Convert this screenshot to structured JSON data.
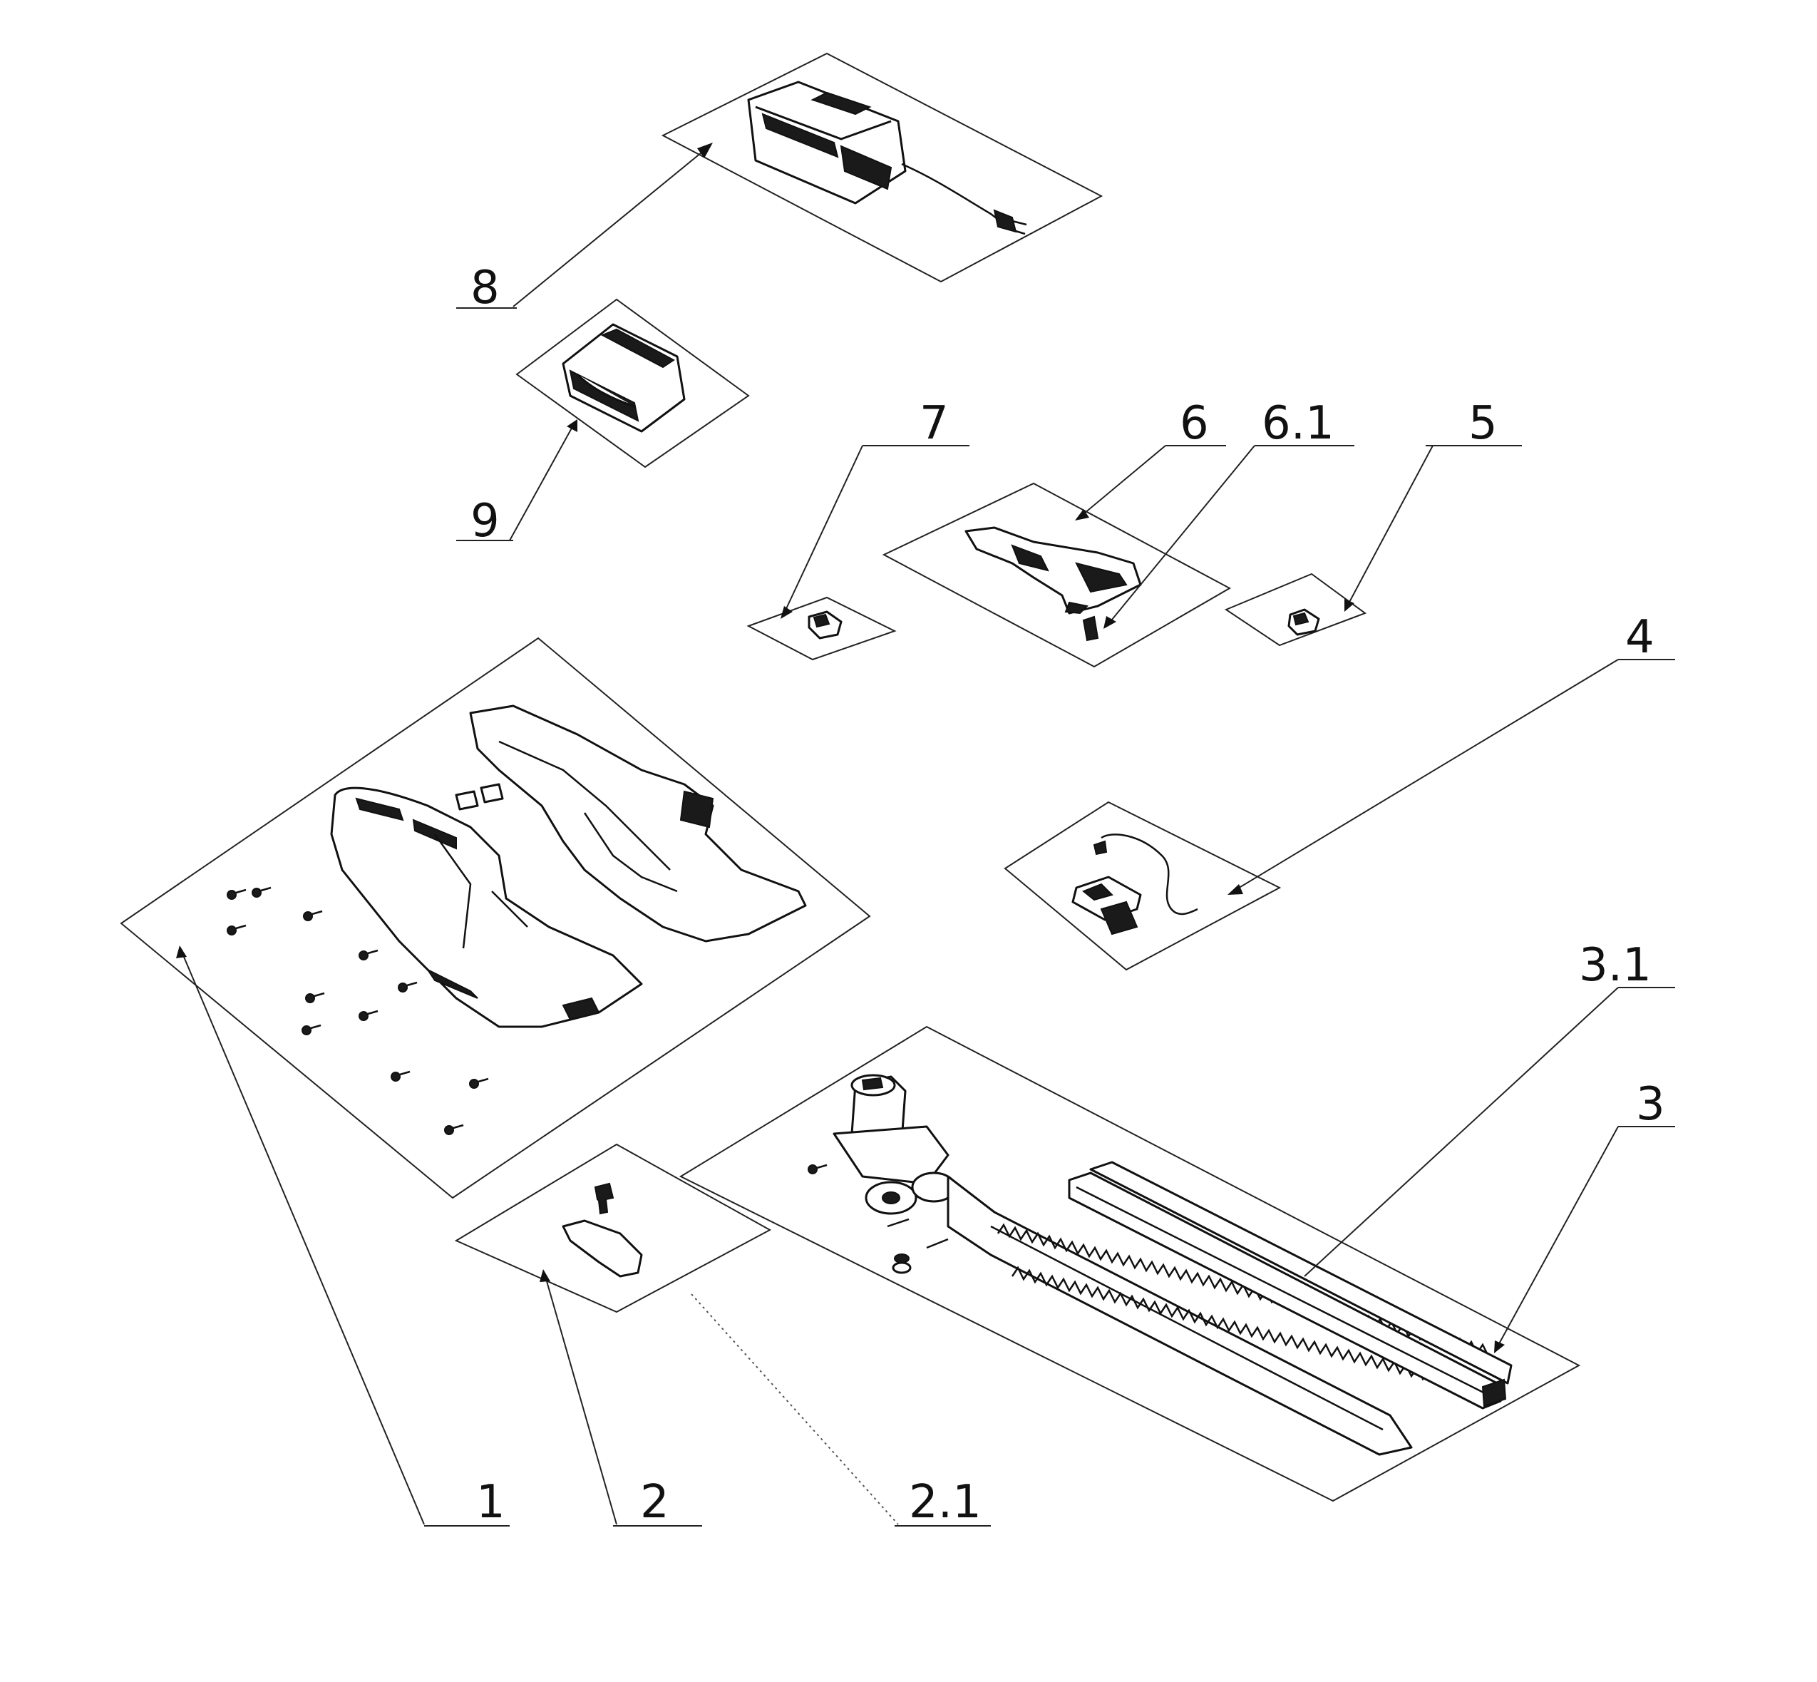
{
  "callouts": {
    "c1": "1",
    "c2": "2",
    "c2_1": "2.1",
    "c3": "3",
    "c3_1": "3.1",
    "c4": "4",
    "c5": "5",
    "c6": "6",
    "c6_1": "6.1",
    "c7": "7",
    "c8": "8",
    "c9": "9"
  }
}
